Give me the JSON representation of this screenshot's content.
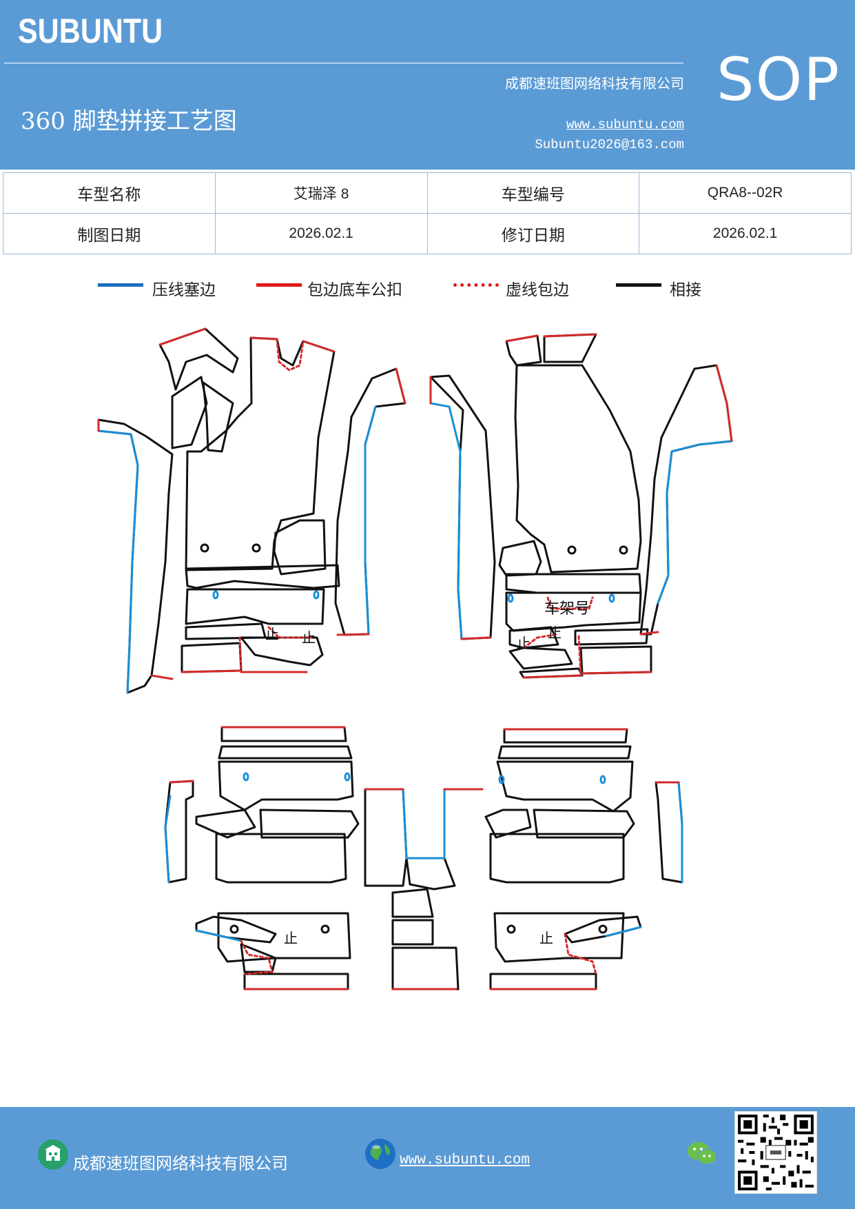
{
  "header": {
    "brand": "SUBUNTU",
    "company": "成都速班图网络科技有限公司",
    "title": "360 脚垫拼接工艺图",
    "website": "www.subuntu.com",
    "email": "Subuntu2026@163.com",
    "sop": "SOP"
  },
  "info_table": {
    "row1": {
      "label1": "车型名称",
      "value1": "艾瑞泽 8",
      "label2": "车型编号",
      "value2": "QRA8--02R"
    },
    "row2": {
      "label1": "制图日期",
      "value1": "2026.02.1",
      "label2": "修订日期",
      "value2": "2026.02.1"
    }
  },
  "legend": [
    {
      "label": "压线塞边",
      "color": "#1a6fbf",
      "style": "solid"
    },
    {
      "label": "包边底车公扣",
      "color": "#e11b1b",
      "style": "solid"
    },
    {
      "label": "虚线包边",
      "color": "#e11b1b",
      "style": "dotted"
    },
    {
      "label": "相接",
      "color": "#111111",
      "style": "solid"
    }
  ],
  "diagram": {
    "frame_label": "车架号",
    "buckle_glyph": "止",
    "colors": {
      "press": "#1a8fd8",
      "edge": "#d42a2a",
      "join": "#111111"
    }
  },
  "footer": {
    "company": "成都速班图网络科技有限公司",
    "website": "www.subuntu.com",
    "icons": [
      "building-icon",
      "globe-icon",
      "wechat-icon",
      "qr-code"
    ]
  }
}
